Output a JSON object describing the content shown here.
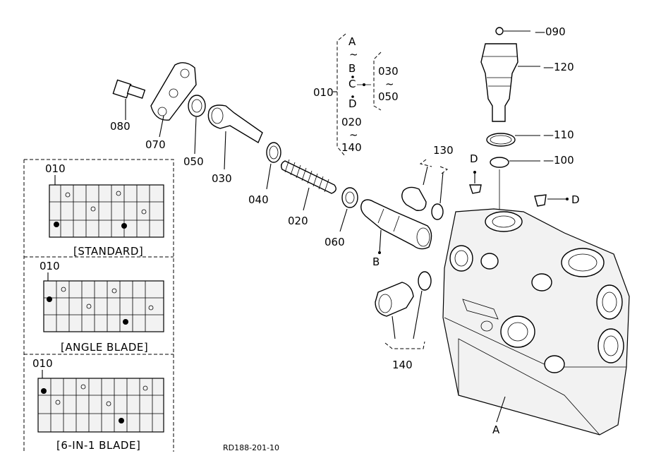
{
  "labels": {
    "p090": "090",
    "p120": "120",
    "p110": "110",
    "p100": "100",
    "p080": "080",
    "p070": "070",
    "p050": "050",
    "p030": "030",
    "p040": "040",
    "p020": "020",
    "p060": "060",
    "p130": "130",
    "p140": "140",
    "p010": "010",
    "ref_a": "A",
    "ref_b": "B",
    "ref_d_top": "D",
    "ref_d_right": "D"
  },
  "assembly_bracket": {
    "a": "A",
    "b": "B",
    "c": "C",
    "d": "D",
    "tilde": "~",
    "range_start": "020",
    "range_end": "140",
    "sub_start": "030",
    "sub_end": "050"
  },
  "insets": [
    {
      "callout": "010",
      "caption": "[STANDARD]"
    },
    {
      "callout": "010",
      "caption": "[ANGLE BLADE]"
    },
    {
      "callout": "010",
      "caption": "[6-IN-1 BLADE]"
    }
  ],
  "drawing_code": "RD188-201-10"
}
